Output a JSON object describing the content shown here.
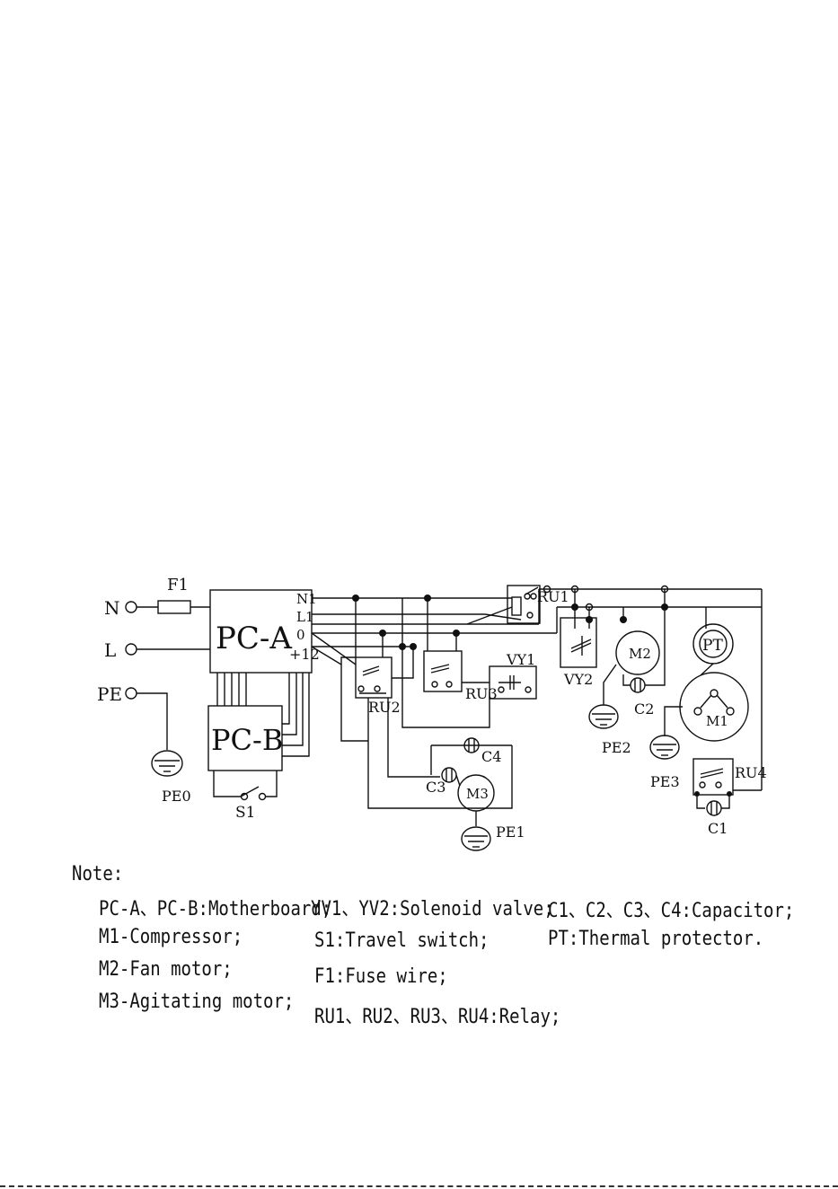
{
  "terminals": {
    "n": "N",
    "l": "L",
    "pe": "PE"
  },
  "boards": {
    "pca": "PC-A",
    "pcb": "PC-B"
  },
  "pins": {
    "n1": "N1",
    "l1": "L1",
    "zero": "0",
    "p12": "+12"
  },
  "fuse": "F1",
  "switch": "S1",
  "relays": {
    "ru1": "RU1",
    "ru2": "RU2",
    "ru3": "RU3",
    "ru4": "RU4"
  },
  "valves": {
    "vy1": "VY1",
    "vy2": "VY2"
  },
  "motors": {
    "m1": "M1",
    "m2": "M2",
    "m3": "M3"
  },
  "capacitors": {
    "c1": "C1",
    "c2": "C2",
    "c3": "C3",
    "c4": "C4"
  },
  "grounds": {
    "pe0": "PE0",
    "pe1": "PE1",
    "pe2": "PE2",
    "pe3": "PE3"
  },
  "protector": "PT",
  "legend": {
    "title": "Note:",
    "items": [
      "PC-A、PC-B:Motherboard;",
      "M1-Compressor;",
      "M2-Fan motor;",
      "M3-Agitating motor;",
      "YV1、YV2:Solenoid valve;",
      "S1:Travel switch;",
      "F1:Fuse wire;",
      "RU1、RU2、RU3、RU4:Relay;",
      "C1、C2、C3、C4:Capacitor;",
      "PT:Thermal protector."
    ]
  }
}
